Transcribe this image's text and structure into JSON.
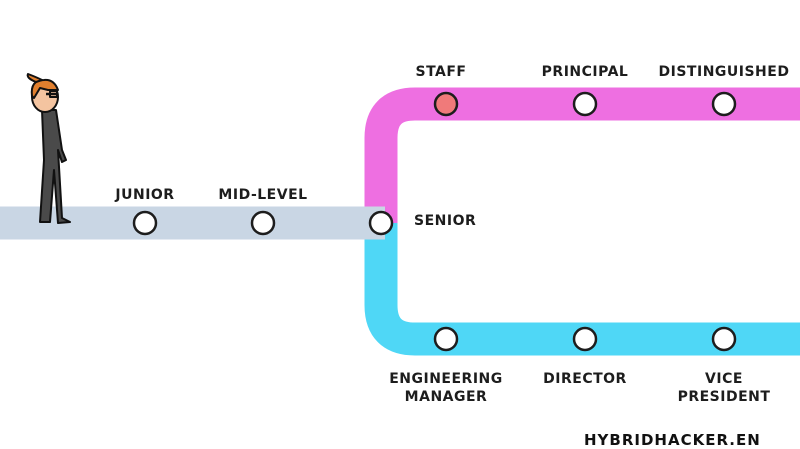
{
  "colors": {
    "base_track": "#c9d6e4",
    "ic_track": "#ee6fe1",
    "mgmt_track": "#4fd7f6",
    "current_station": "#f07a7a"
  },
  "base_track": {
    "stations": [
      "JUNIOR",
      "MID-LEVEL",
      "SENIOR"
    ]
  },
  "ic_track": {
    "stations": [
      "STAFF",
      "PRINCIPAL",
      "DISTINGUISHED"
    ],
    "highlighted": "STAFF"
  },
  "mgmt_track": {
    "stations": [
      [
        "ENGINEERING",
        "MANAGER"
      ],
      "DIRECTOR",
      [
        "VICE",
        "PRESIDENT"
      ]
    ]
  },
  "footer": "HYBRIDHACKER.EN"
}
